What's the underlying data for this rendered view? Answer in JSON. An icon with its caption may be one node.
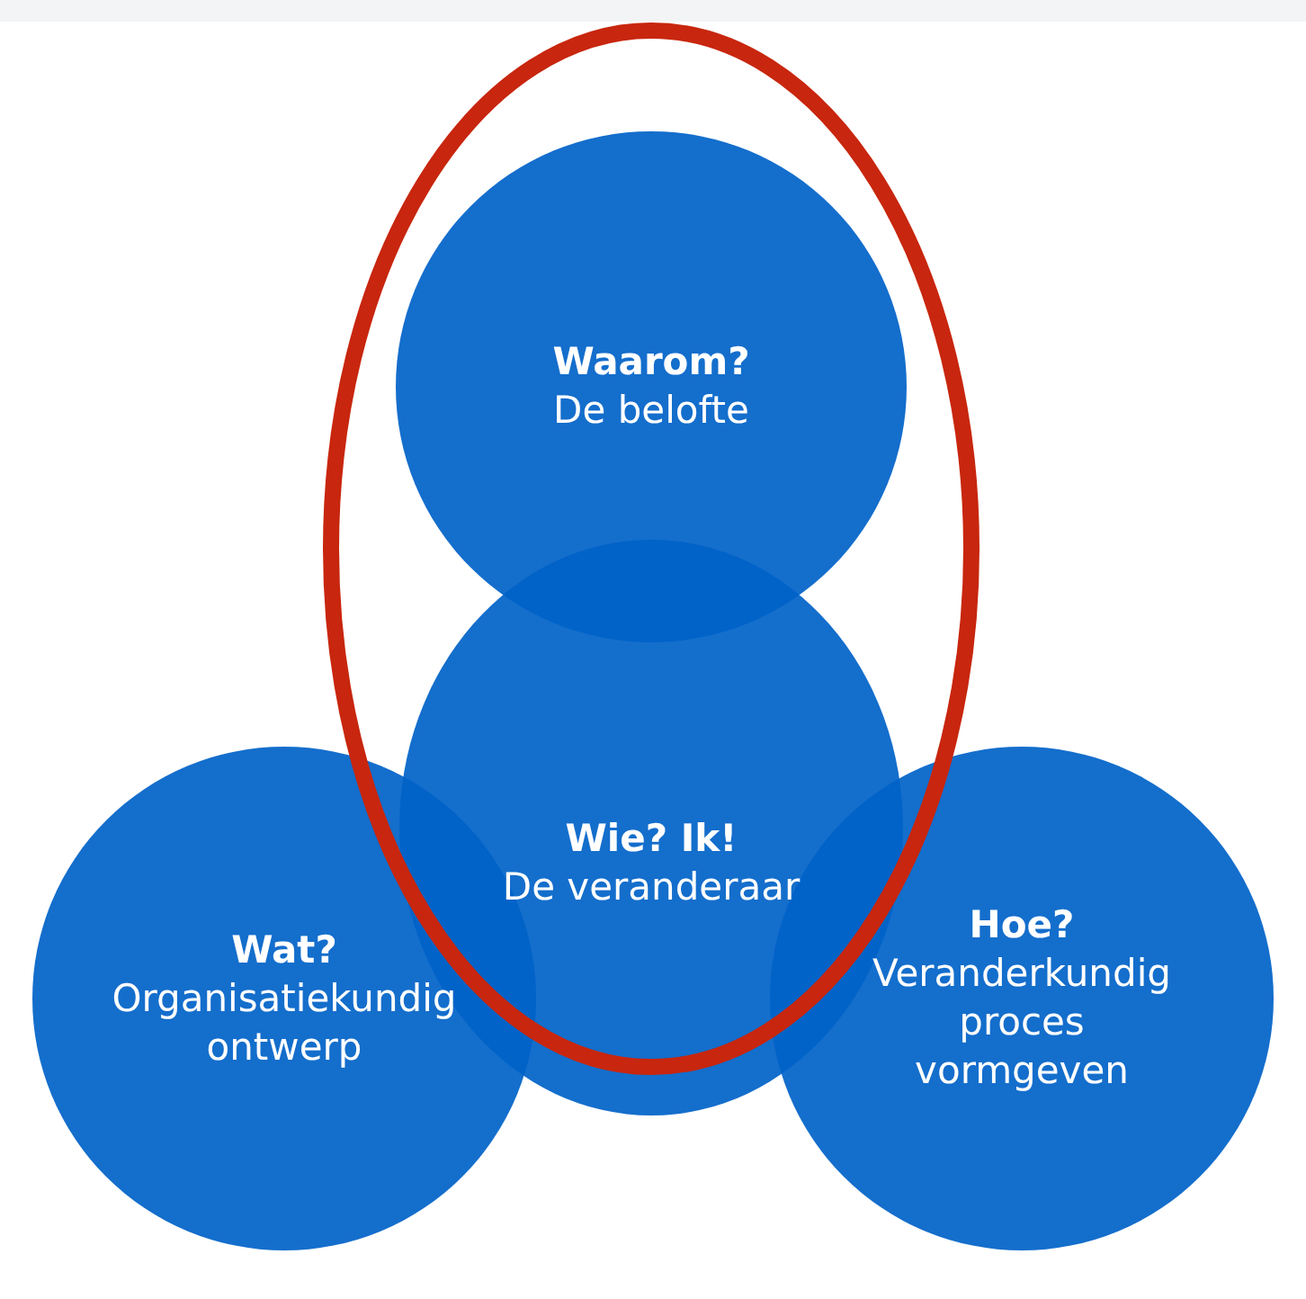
{
  "diagram": {
    "nodes": [
      {
        "text": [
          "Waarom?",
          "De belofte"
        ]
      },
      {
        "text": [
          "Wie? Ik!",
          "De veranderaar"
        ]
      },
      {
        "text": [
          "Wat?",
          "Organisatiekundig ontwerp"
        ]
      },
      {
        "text": [
          "Hoe?",
          "Veranderkundig proces vormgeven"
        ]
      }
    ]
  }
}
